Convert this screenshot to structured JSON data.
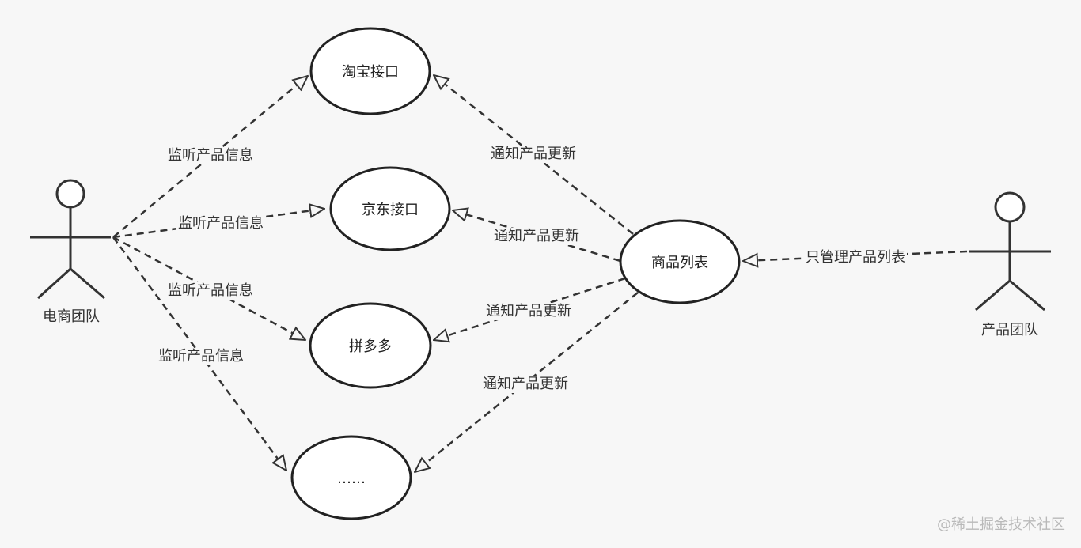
{
  "actors": {
    "left": {
      "label": "电商团队",
      "icon": "stick-figure-icon"
    },
    "right": {
      "label": "产品团队",
      "icon": "stick-figure-icon"
    }
  },
  "use_cases": {
    "taobao": "淘宝接口",
    "jd": "京东接口",
    "pdd": "拼多多",
    "more": "……",
    "product_list": "商品列表"
  },
  "edge_labels": {
    "listen_taobao": "监听产品信息",
    "listen_jd": "监听产品信息",
    "listen_pdd": "监听产品信息",
    "listen_more": "监听产品信息",
    "notify_taobao": "通知产品更新",
    "notify_jd": "通知产品更新",
    "notify_pdd": "通知产品更新",
    "notify_more": "通知产品更新",
    "manage_only": "只管理产品列表"
  },
  "watermark": "@稀土掘金技术社区",
  "colors": {
    "line": "#333333",
    "ellipse_fill": "#ffffff",
    "background": "#f7f7f7"
  }
}
